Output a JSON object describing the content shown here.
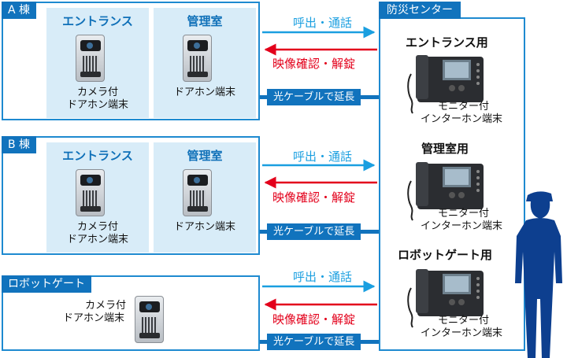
{
  "buildings": [
    {
      "tag": "A 棟",
      "rooms": [
        {
          "title": "エントランス",
          "caption1": "カメラ付",
          "caption2": "ドアホン端末"
        },
        {
          "title": "管理室",
          "caption1": "ドアホン端末",
          "caption2": ""
        }
      ]
    },
    {
      "tag": "B 棟",
      "rooms": [
        {
          "title": "エントランス",
          "caption1": "カメラ付",
          "caption2": "ドアホン端末"
        },
        {
          "title": "管理室",
          "caption1": "ドアホン端末",
          "caption2": ""
        }
      ]
    },
    {
      "tag": "ロボットゲート",
      "rooms": [
        {
          "title": "",
          "caption1": "カメラ付",
          "caption2": "ドアホン端末"
        }
      ]
    }
  ],
  "links": {
    "call": "呼出・通話",
    "video": "映像確認・解錠",
    "fiber": "光ケーブルで延長"
  },
  "center": {
    "title": "防災センター",
    "stations": [
      {
        "title": "エントランス用",
        "caption1": "モニター付",
        "caption2": "インターホン端末"
      },
      {
        "title": "管理室用",
        "caption1": "モニター付",
        "caption2": "インターホン端末"
      },
      {
        "title": "ロボットゲート用",
        "caption1": "モニター付",
        "caption2": "インターホン端末"
      }
    ]
  },
  "colors": {
    "call": "#1a9fe0",
    "video": "#e3001b",
    "fiber": "#1173bd",
    "frame": "#1e8ad0",
    "guard": "#0d3f8f"
  }
}
